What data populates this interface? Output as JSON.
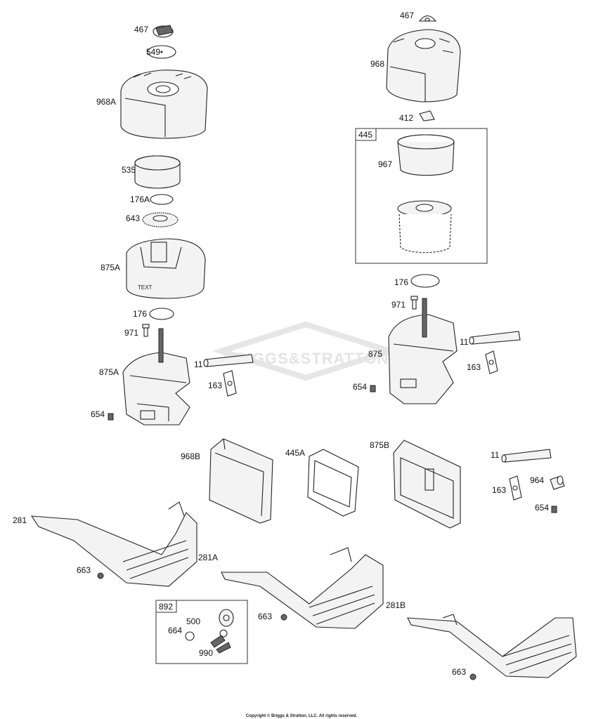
{
  "watermark": {
    "text": "BRIGGS&STRATTON"
  },
  "labels": {
    "p467_left": "467",
    "p549": "549",
    "p968A": "968A",
    "p535": "535",
    "p176A": "176A",
    "p643": "643",
    "p875A_top": "875A",
    "p176_left": "176",
    "p971_left": "971",
    "p875A_bottom": "875A",
    "p11_left": "11",
    "p163_left": "163",
    "p654_left": "654",
    "p467_right": "467",
    "p968": "968",
    "p412": "412",
    "p445": "445",
    "p967": "967",
    "p176_right": "176",
    "p971_right": "971",
    "p875": "875",
    "p11_right": "11",
    "p163_right": "163",
    "p654_right": "654",
    "p968B": "968B",
    "p445A": "445A",
    "p875B": "875B",
    "p11_bottom": "11",
    "p163_bottom": "163",
    "p964": "964",
    "p654_bottom": "654",
    "p281": "281",
    "p663_a": "663",
    "p281A": "281A",
    "p892": "892",
    "p500": "500",
    "p664": "664",
    "p990": "990",
    "p663_b": "663",
    "p281B": "281B",
    "p663_c": "663"
  },
  "copyright": "Copyright © Briggs & Stratton, LLC. All rights reserved."
}
